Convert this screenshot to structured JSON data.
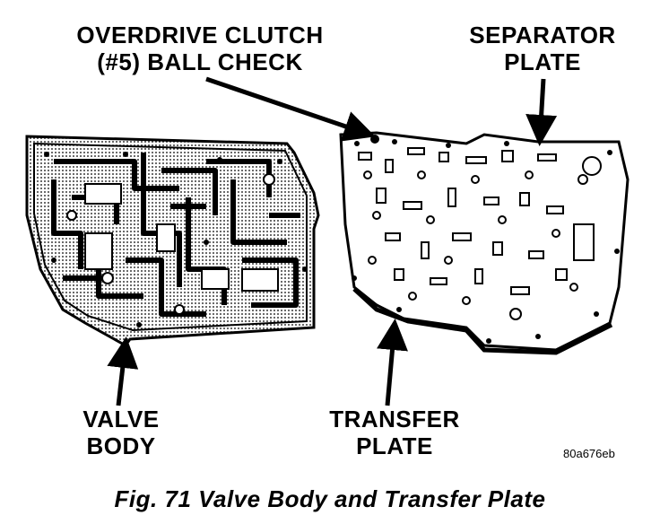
{
  "labels": {
    "overdrive_clutch": {
      "line1": "OVERDRIVE CLUTCH",
      "line2": "(#5) BALL CHECK"
    },
    "separator_plate": {
      "line1": "SEPARATOR",
      "line2": "PLATE"
    },
    "valve_body": {
      "line1": "VALVE",
      "line2": "BODY"
    },
    "transfer_plate": {
      "line1": "TRANSFER",
      "line2": "PLATE"
    }
  },
  "figure_code": "80a676eb",
  "caption": "Fig. 71 Valve Body and Transfer Plate",
  "colors": {
    "ink": "#000000",
    "paper": "#ffffff"
  },
  "icons": [
    "arrow-icon"
  ]
}
